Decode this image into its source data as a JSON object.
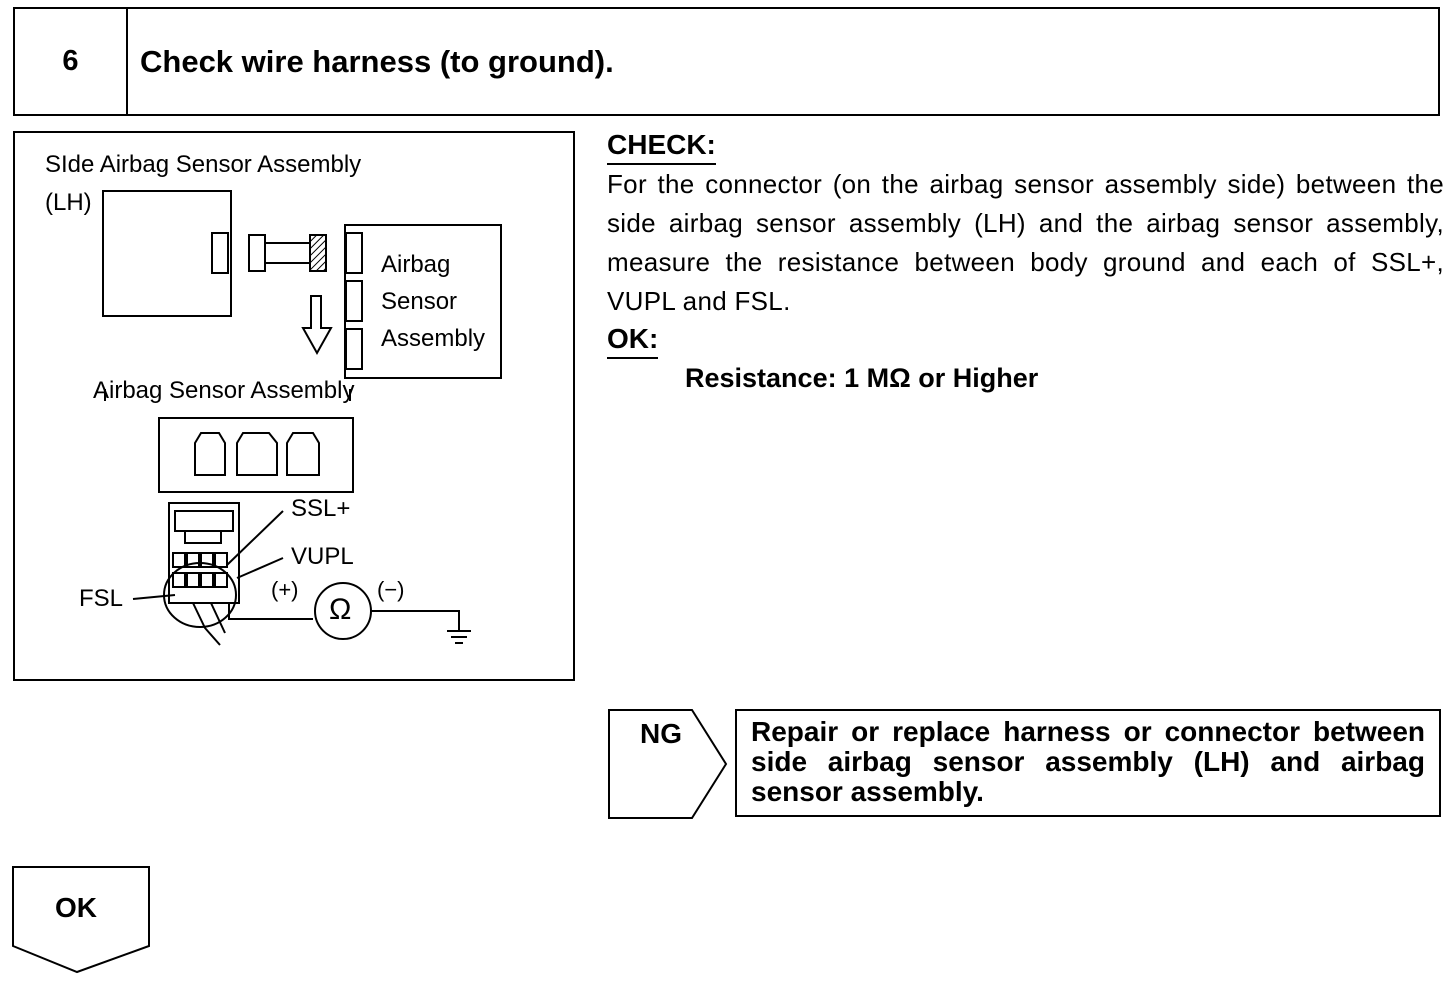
{
  "step": {
    "number": "6",
    "title": "Check wire harness (to ground)."
  },
  "diagram": {
    "side_sensor_label_1": "SIde Airbag Sensor Assembly",
    "side_sensor_label_2": "(LH)",
    "airbag_label_1": "Airbag",
    "airbag_label_2": "Sensor",
    "airbag_label_3": "Assembly",
    "connector_label": "Airbag Sensor Assembly",
    "terminal_ssl": "SSL+",
    "terminal_vupl": "VUPL",
    "terminal_fsl": "FSL",
    "plus_sign": "(+)",
    "minus_sign": "(−)",
    "ohm_symbol": "Ω"
  },
  "check": {
    "heading": "CHECK:",
    "text": "For the connector (on the airbag sensor assembly side) between the side airbag sensor assembly (LH) and the airbag sensor assembly, measure the resistance between body ground and each of SSL+, VUPL and FSL.",
    "ok_heading": "OK:",
    "spec": "Resistance: 1 MΩ or Higher"
  },
  "ng": {
    "label": "NG",
    "result": "Repair or replace harness or connector between side airbag sensor assembly (LH) and airbag sensor assembly."
  },
  "ok": {
    "label": "OK"
  }
}
